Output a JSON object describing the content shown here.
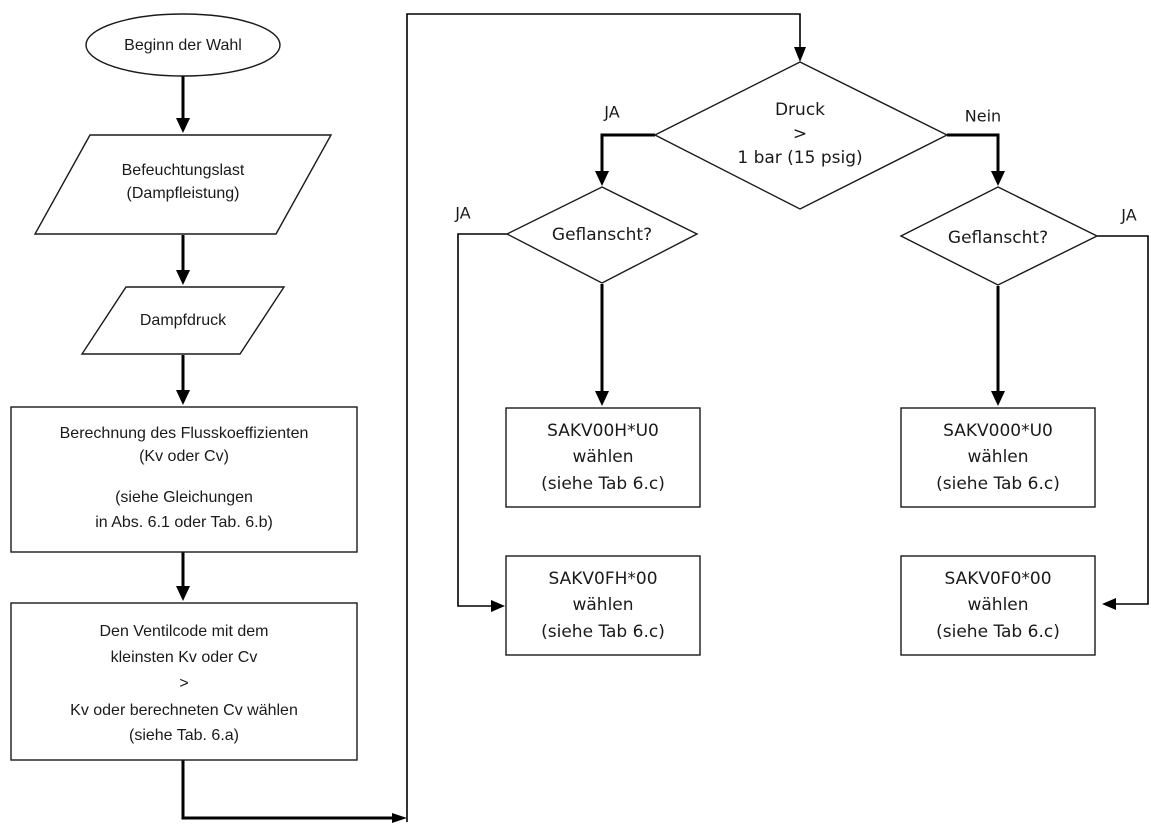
{
  "left_column": {
    "start": "Beginn der Wahl",
    "load_line1": "Befeuchtungslast",
    "load_line2": "(Dampfleistung)",
    "pressure_input": "Dampfdruck",
    "calc_line1": "Berechnung des Flusskoeffizienten",
    "calc_line2": "(Kv oder Cv)",
    "calc_line3": "(siehe Gleichungen",
    "calc_line4": "in Abs. 6.1 oder Tab. 6.b)",
    "select_line1": "Den Ventilcode mit dem",
    "select_line2": "kleinsten Kv oder Cv",
    "select_line3": ">",
    "select_line4": "Kv oder berechneten Cv wählen",
    "select_line5": "(siehe Tab. 6.a)"
  },
  "decision_pressure": {
    "line1": "Druck",
    "line2": ">",
    "line3": "1 bar (15 psig)",
    "yes_label": "JA",
    "no_label": "Nein"
  },
  "decision_flanged_left": {
    "text": "Geflanscht?",
    "yes_label": "JA"
  },
  "decision_flanged_right": {
    "text": "Geflanscht?",
    "yes_label": "JA"
  },
  "results": {
    "r1_line1": "SAKV00H*U0",
    "r1_line2": "wählen",
    "r1_line3": "(siehe Tab 6.c)",
    "r2_line1": "SAKV0FH*00",
    "r2_line2": "wählen",
    "r2_line3": "(siehe Tab 6.c)",
    "r3_line1": "SAKV000*U0",
    "r3_line2": "wählen",
    "r3_line3": "(siehe Tab 6.c)",
    "r4_line1": "SAKV0F0*00",
    "r4_line2": "wählen",
    "r4_line3": "(siehe Tab 6.c)"
  }
}
